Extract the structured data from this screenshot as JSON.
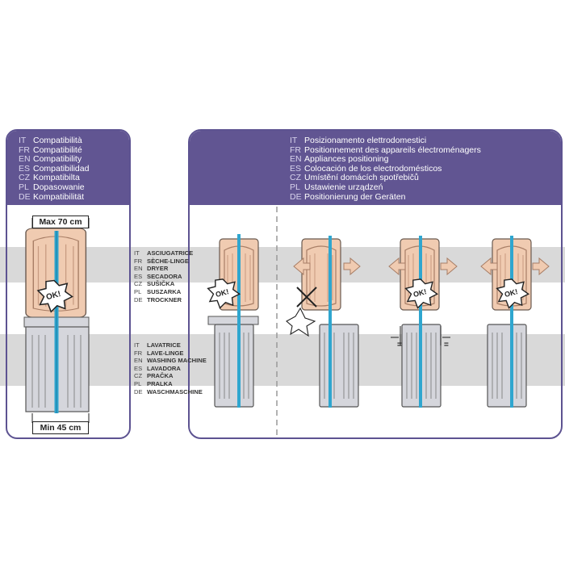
{
  "left_panel": {
    "header": [
      {
        "code": "IT",
        "text": "Compatibilità"
      },
      {
        "code": "FR",
        "text": "Compatibilité"
      },
      {
        "code": "EN",
        "text": "Compatibility"
      },
      {
        "code": "ES",
        "text": "Compatibilidad"
      },
      {
        "code": "CZ",
        "text": "Kompatibilta"
      },
      {
        "code": "PL",
        "text": "Dopasowanie"
      },
      {
        "code": "DE",
        "text": "Kompatibilität"
      }
    ],
    "max_label": "Max 70 cm",
    "min_label": "Min 45 cm",
    "ok_label": "OK!"
  },
  "right_panel": {
    "header": [
      {
        "code": "IT",
        "text": "Posizionamento elettrodomestici"
      },
      {
        "code": "FR",
        "text": "Positionnement des appareils électroménagers"
      },
      {
        "code": "EN",
        "text": "Appliances positioning"
      },
      {
        "code": "ES",
        "text": "Colocación de los electrodomésticos"
      },
      {
        "code": "CZ",
        "text": "Umístění domácích spotřebičů"
      },
      {
        "code": "PL",
        "text": "Ustawienie urządzeń"
      },
      {
        "code": "DE",
        "text": "Positionierung der Geräten"
      }
    ],
    "ok_label": "OK!",
    "equal_sign": "="
  },
  "dryer_labels": [
    {
      "code": "IT",
      "text": "ASCIUGATRICE"
    },
    {
      "code": "FR",
      "text": "SÈCHE-LINGE"
    },
    {
      "code": "EN",
      "text": "DRYER"
    },
    {
      "code": "ES",
      "text": "SECADORA"
    },
    {
      "code": "CZ",
      "text": "SUŠIČKA"
    },
    {
      "code": "PL",
      "text": "SUSZARKA"
    },
    {
      "code": "DE",
      "text": "TROCKNER"
    }
  ],
  "washer_labels": [
    {
      "code": "IT",
      "text": "LAVATRICE"
    },
    {
      "code": "FR",
      "text": "LAVE-LINGE"
    },
    {
      "code": "EN",
      "text": "WASHING MACHINE"
    },
    {
      "code": "ES",
      "text": "LAVADORA"
    },
    {
      "code": "CZ",
      "text": "PRAČKA"
    },
    {
      "code": "PL",
      "text": "PRALKA"
    },
    {
      "code": "DE",
      "text": "WASCHMASCHINE"
    }
  ],
  "colors": {
    "header": "#615592",
    "dryer": "#f0cbb1",
    "washer": "#d5d6dc",
    "axis": "#2fa6cf",
    "band": "#d9d9d9"
  }
}
